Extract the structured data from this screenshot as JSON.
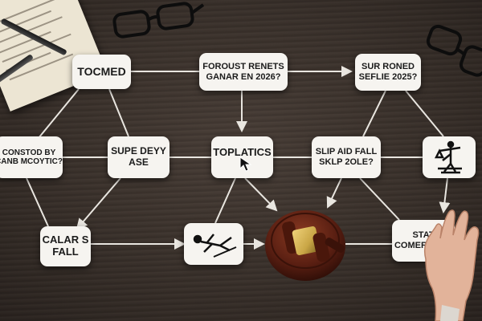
{
  "nodes": {
    "tocmed": {
      "line1": "TOCMED"
    },
    "forecast": {
      "line1": "FOROUST RENETS",
      "line2": "GANAR EN 2026?"
    },
    "sur_roned": {
      "line1": "SUR  RONED",
      "line2": "SEFLIE 2025?"
    },
    "costed_by": {
      "line1": "CONSTOD BY",
      "line2": "CANB MCOYTIC?"
    },
    "supe_deyy": {
      "line1": "SUPE DEYY",
      "line2": "ASE"
    },
    "toplatics": {
      "line1": "TOPLATICS"
    },
    "slip_aid": {
      "line1": "SLIP AID FALL",
      "line2": "SKLP 2OLE?"
    },
    "calars_fall": {
      "line1": "CALAR S",
      "line2": "FALL"
    },
    "stat_comercoes": {
      "line1": "STAT",
      "line2": "COMERCOES"
    }
  },
  "icons": {
    "falling_person": "falling-person-icon",
    "scales_figure": "scales-figure-icon",
    "cursor": "cursor-arrow-icon",
    "gavel": "gavel-icon"
  },
  "colors": {
    "table": "#3a312b",
    "card": "#f6f4f0",
    "line": "#e9e6e0",
    "gavel_wood": "#5a1f12",
    "gavel_brass": "#c9a646"
  }
}
